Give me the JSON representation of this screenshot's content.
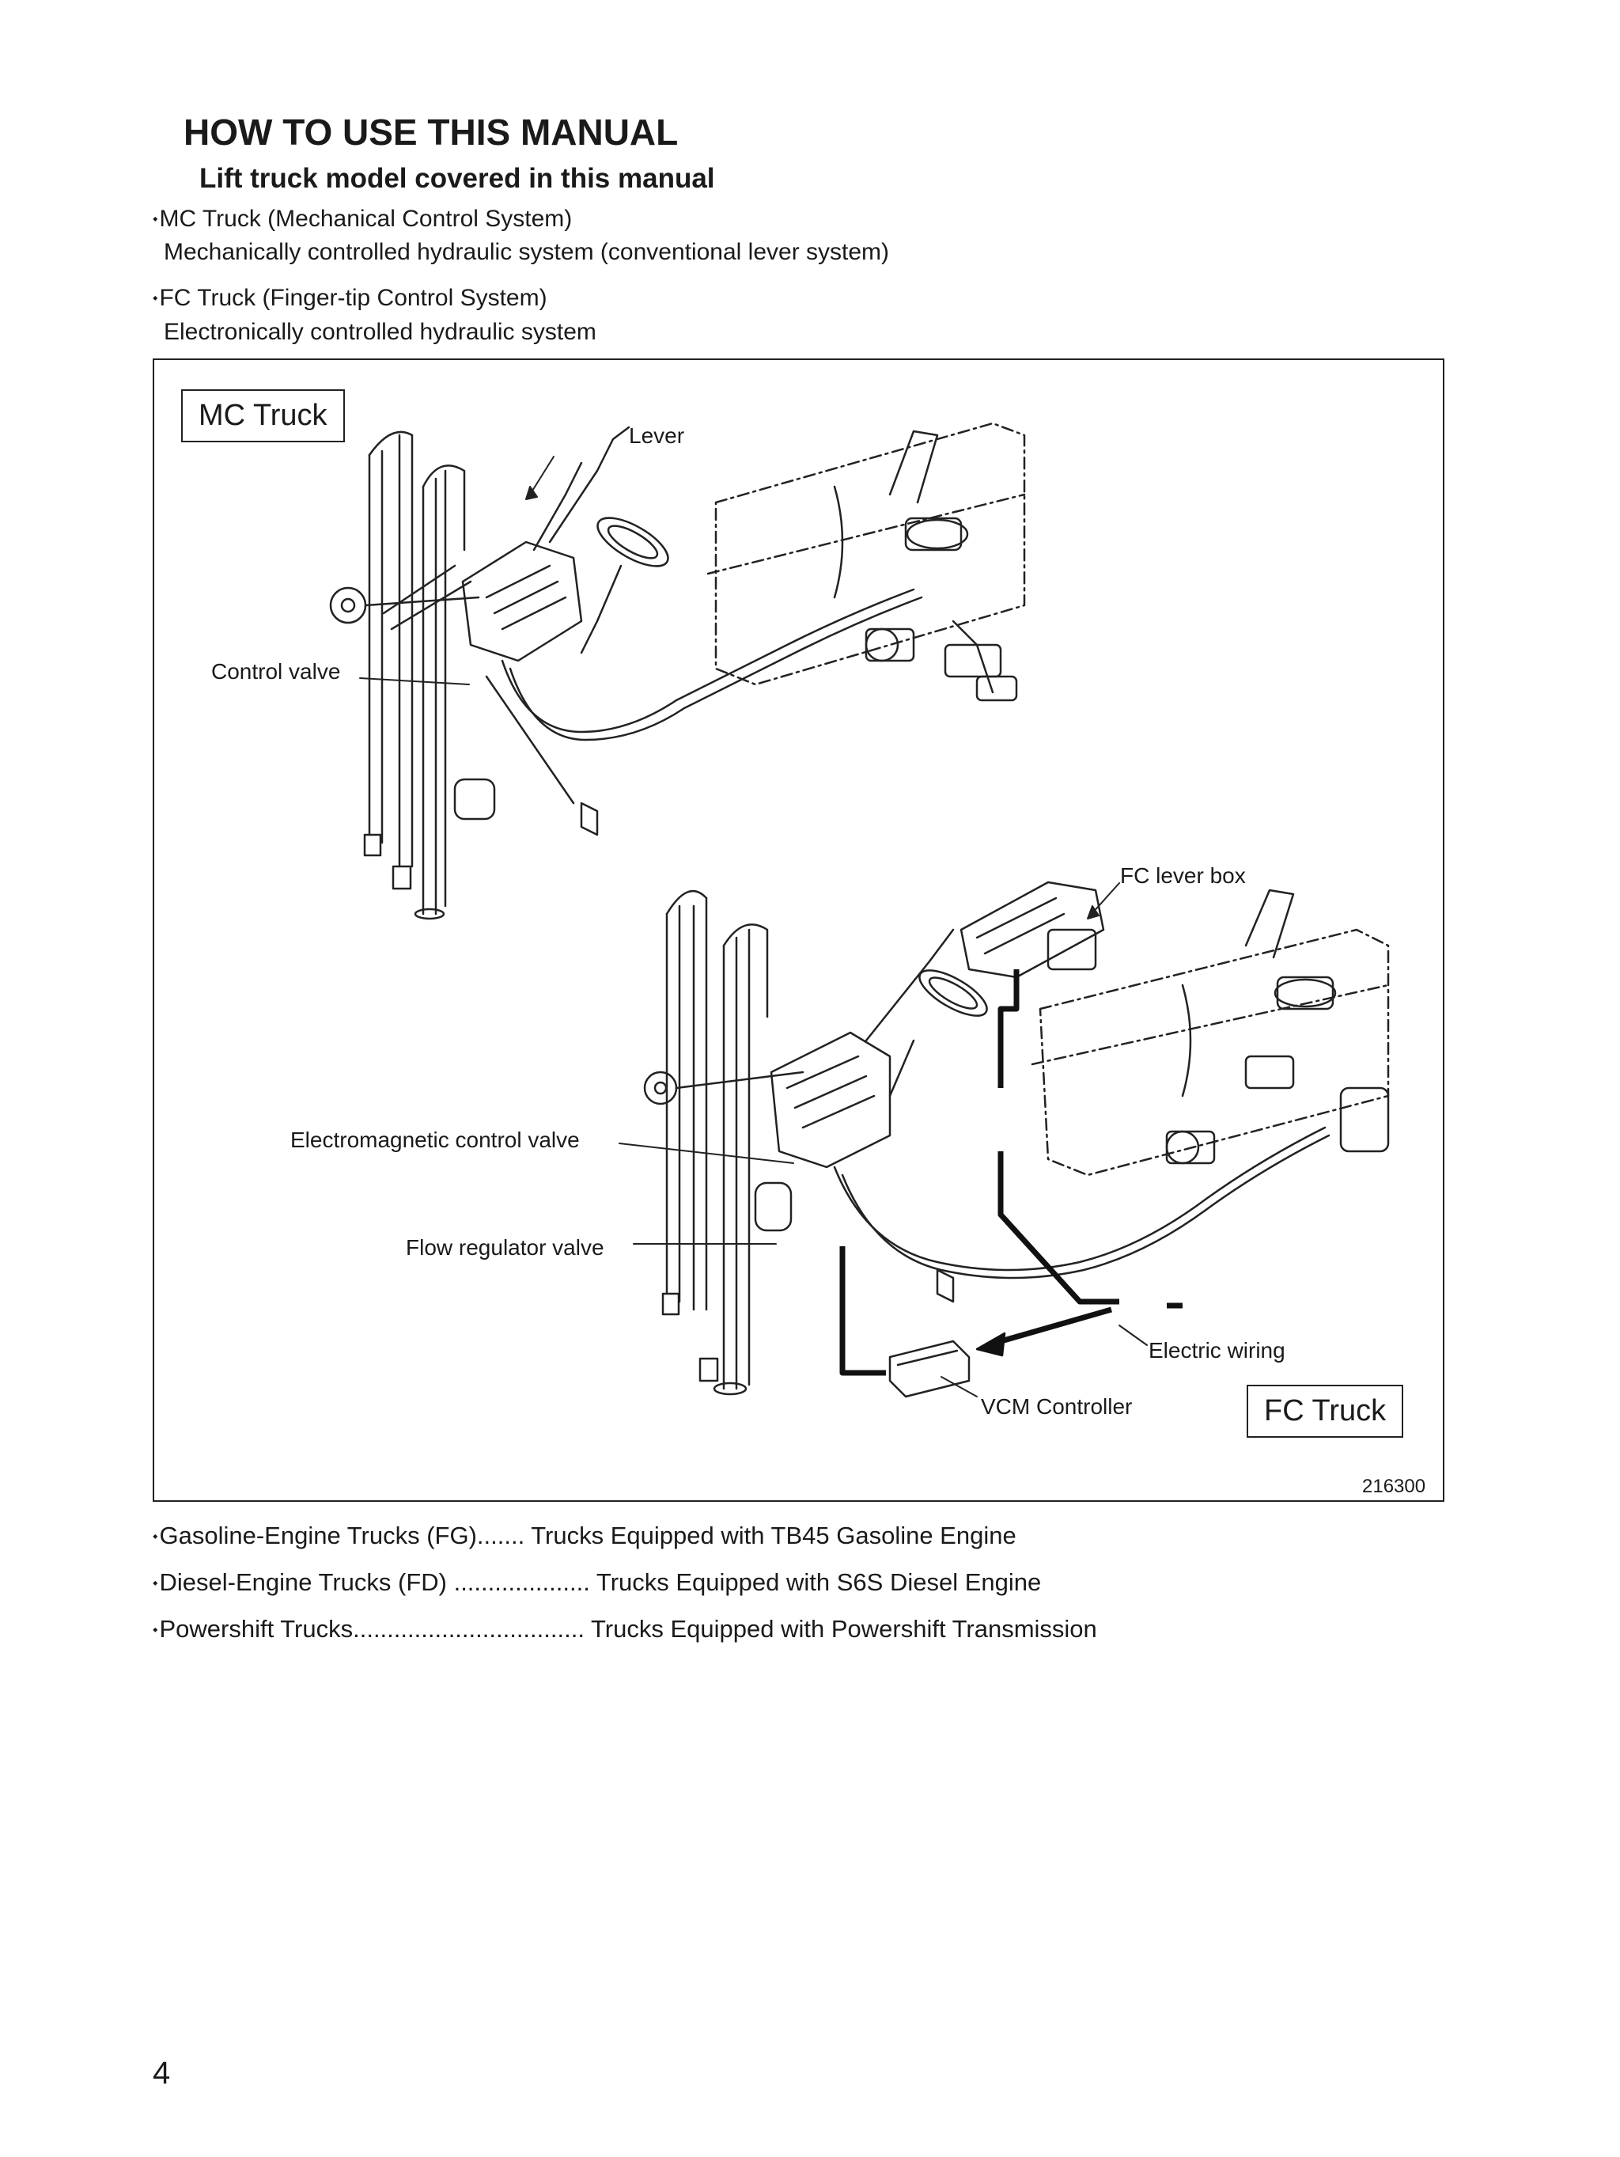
{
  "header": {
    "title": "HOW TO USE THIS MANUAL",
    "subtitle": "Lift truck model covered in this manual"
  },
  "intro": {
    "bullet_symbol": "⬩",
    "mc": {
      "heading": "MC Truck (Mechanical Control System)",
      "description": "Mechanically controlled hydraulic system (conventional lever system)"
    },
    "fc": {
      "heading": "FC Truck (Finger-tip Control System)",
      "description": "Electronically controlled hydraulic system"
    }
  },
  "figure": {
    "mc_label": "MC Truck",
    "fc_label": "FC Truck",
    "figure_number": "216300",
    "callouts": {
      "lever": "Lever",
      "control_valve": "Control valve",
      "fc_lever_box": "FC lever box",
      "electromagnetic_control_valve": "Electromagnetic control valve",
      "flow_regulator_valve": "Flow regulator valve",
      "electric_wiring": "Electric wiring",
      "vcm_controller": "VCM Controller"
    }
  },
  "truck_types": [
    {
      "name": "Gasoline-Engine Trucks (FG).......",
      "description": "Trucks Equipped with TB45 Gasoline Engine"
    },
    {
      "name": "Diesel-Engine Trucks (FD) ....................",
      "description": "Trucks Equipped with S6S Diesel Engine"
    },
    {
      "name": "Powershift Trucks..................................",
      "description": "Trucks Equipped with Powershift Transmission"
    }
  ],
  "footer": {
    "page_number": "4"
  }
}
